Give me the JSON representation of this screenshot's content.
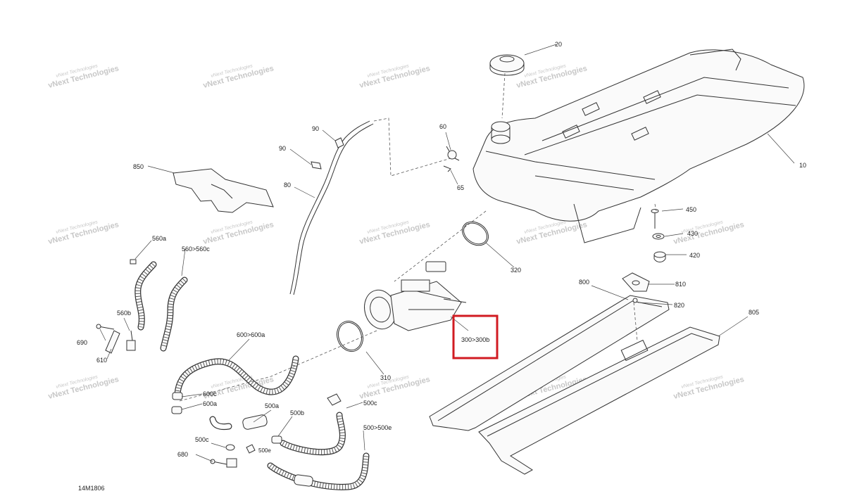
{
  "diagram": {
    "code": "14M1806",
    "highlight_color": "#d11b22",
    "watermark": {
      "line1": "vNext Technologies",
      "line2": "vNext Technologies"
    },
    "labels": {
      "p20": "20",
      "p10": "10",
      "p60": "60",
      "p65": "65",
      "p90a": "90",
      "p90b": "90",
      "p80": "80",
      "p850": "850",
      "p450": "450",
      "p430": "430",
      "p420": "420",
      "p320": "320",
      "p560a": "560a",
      "p560_560c": "560>560c",
      "p560b": "560b",
      "p690": "690",
      "p610": "610",
      "p600_600a": "600>600a",
      "p600c": "600c",
      "p600a": "600a",
      "p300_300b": "300>300b",
      "p310": "310",
      "p800": "800",
      "p810": "810",
      "p820": "820",
      "p805": "805",
      "p500a": "500a",
      "p500b": "500b",
      "p500c_top": "500c",
      "p500_500e": "500>500e",
      "p500c_left": "500c",
      "p500e": "500e",
      "p680": "680"
    }
  }
}
